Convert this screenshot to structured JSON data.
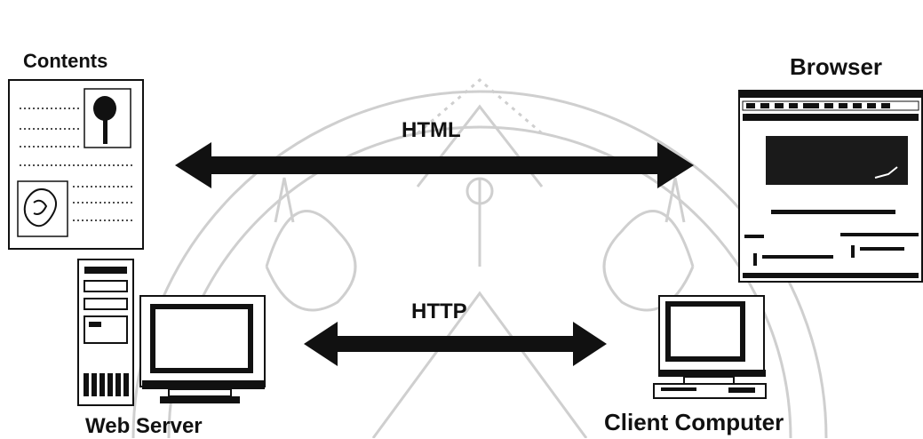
{
  "labels": {
    "contents": "Contents",
    "browser": "Browser",
    "html": "HTML",
    "http": "HTTP",
    "web_server": "Web Server",
    "client_computer": "Client Computer"
  },
  "colors": {
    "ink": "#111111",
    "watermark": "#c8c8c8",
    "screen": "#1a1a1a"
  },
  "icons": [
    "contents-document-icon",
    "browser-window-icon",
    "web-server-icon",
    "client-computer-icon",
    "seal-watermark"
  ]
}
